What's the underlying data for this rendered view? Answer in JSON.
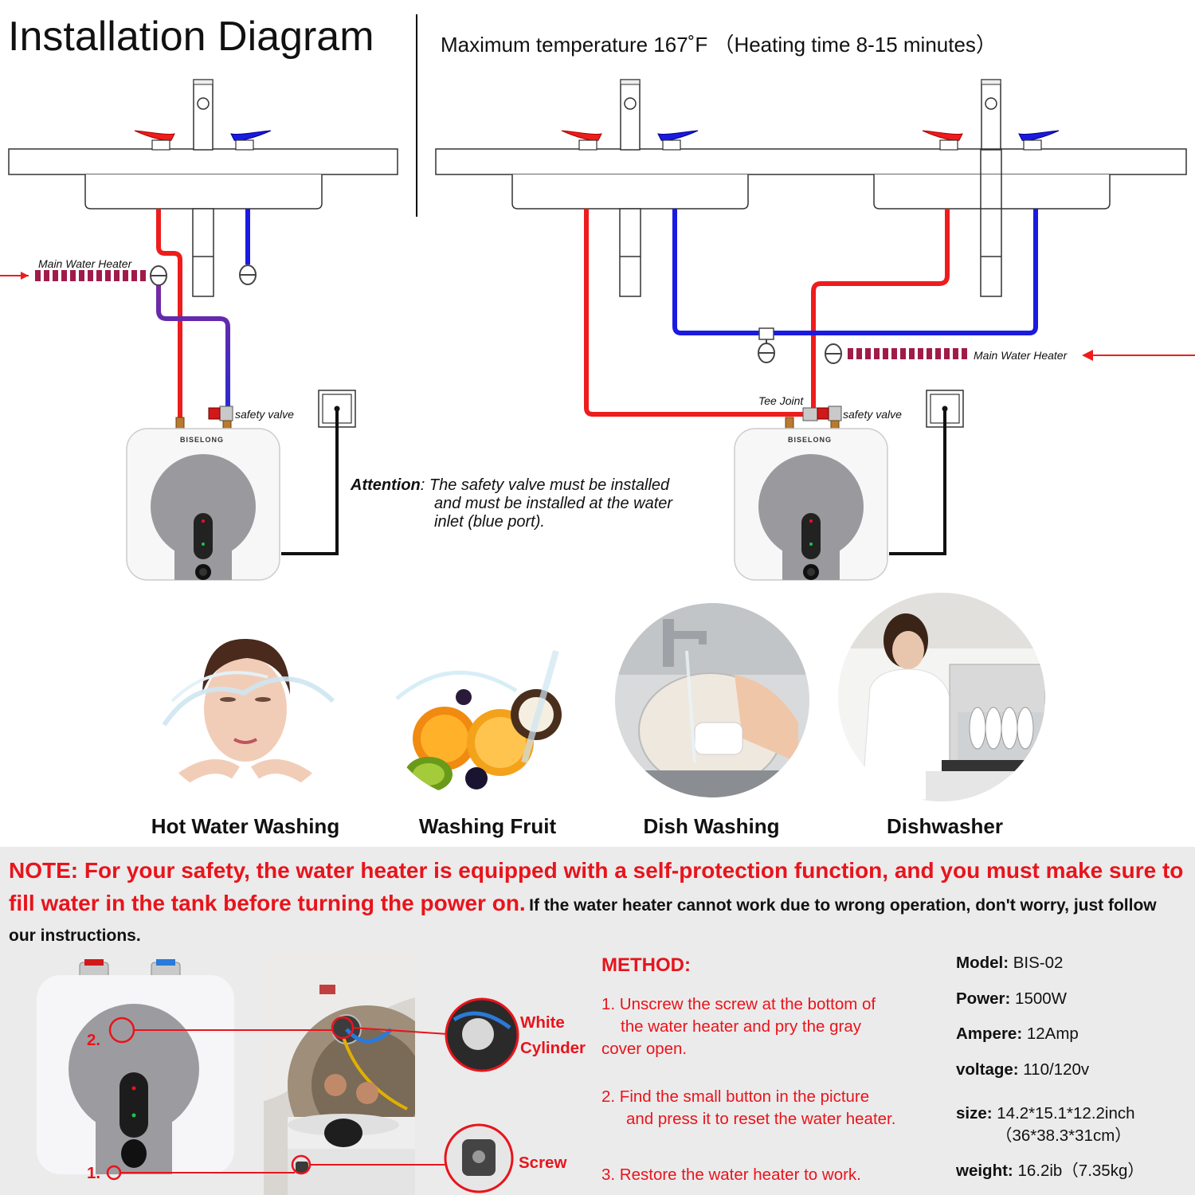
{
  "header": {
    "title": "Installation Diagram",
    "max_temp": "Maximum temperature 167˚F （Heating time 8-15 minutes）"
  },
  "diagram": {
    "brand": "BISELONG",
    "main_water_heater": "Main Water Heater",
    "safety_valve": "safety valve",
    "tee_joint": "Tee Joint",
    "attention_label": "Attention",
    "attention_line1": ": The safety valve must be installed",
    "attention_line2": "and must be installed at the water",
    "attention_line3": "inlet (blue port).",
    "colors": {
      "hot": "#ee1c1c",
      "cold": "#1a1ae0",
      "mixed": "#6a1f9a",
      "power": "#111111"
    }
  },
  "usages": [
    {
      "label": "Hot Water Washing"
    },
    {
      "label": "Washing Fruit"
    },
    {
      "label": "Dish Washing"
    },
    {
      "label": "Dishwasher"
    }
  ],
  "note": {
    "red": "NOTE: For your safety, the water heater is equipped with a self-protection function, and you must make sure to fill water in the tank before turning the power on.",
    "black": "If the water heater cannot work due to wrong operation, don't worry, just follow our instructions."
  },
  "callouts": {
    "marker_2": "2.",
    "marker_1": "1.",
    "white_cylinder_1": "White",
    "white_cylinder_2": "Cylinder",
    "screw": "Screw"
  },
  "method": {
    "title": "METHOD:",
    "step1_a": "1. Unscrew the screw at the bottom of",
    "step1_b": "the water heater and pry the gray",
    "step1_c": "cover open.",
    "step2_a": "2.  Find the small button in the picture",
    "step2_b": "and press it to reset the water heater.",
    "step3": "3. Restore the water heater to work."
  },
  "specs": {
    "model_label": "Model:",
    "model_value": " BIS-02",
    "power_label": "Power:",
    "power_value": " 1500W",
    "ampere_label": "Ampere:",
    "ampere_value": " 12Amp",
    "voltage_label": "voltage:",
    "voltage_value": " 110/120v",
    "size_label": "size:",
    "size_value": " 14.2*15.1*12.2inch",
    "size_metric": "（36*38.3*31cm）",
    "weight_label": "weight:",
    "weight_value": " 16.2ib（7.35kg）"
  },
  "theme": {
    "accent_red": "#e8141c",
    "panel_bg": "#ebebeb"
  }
}
